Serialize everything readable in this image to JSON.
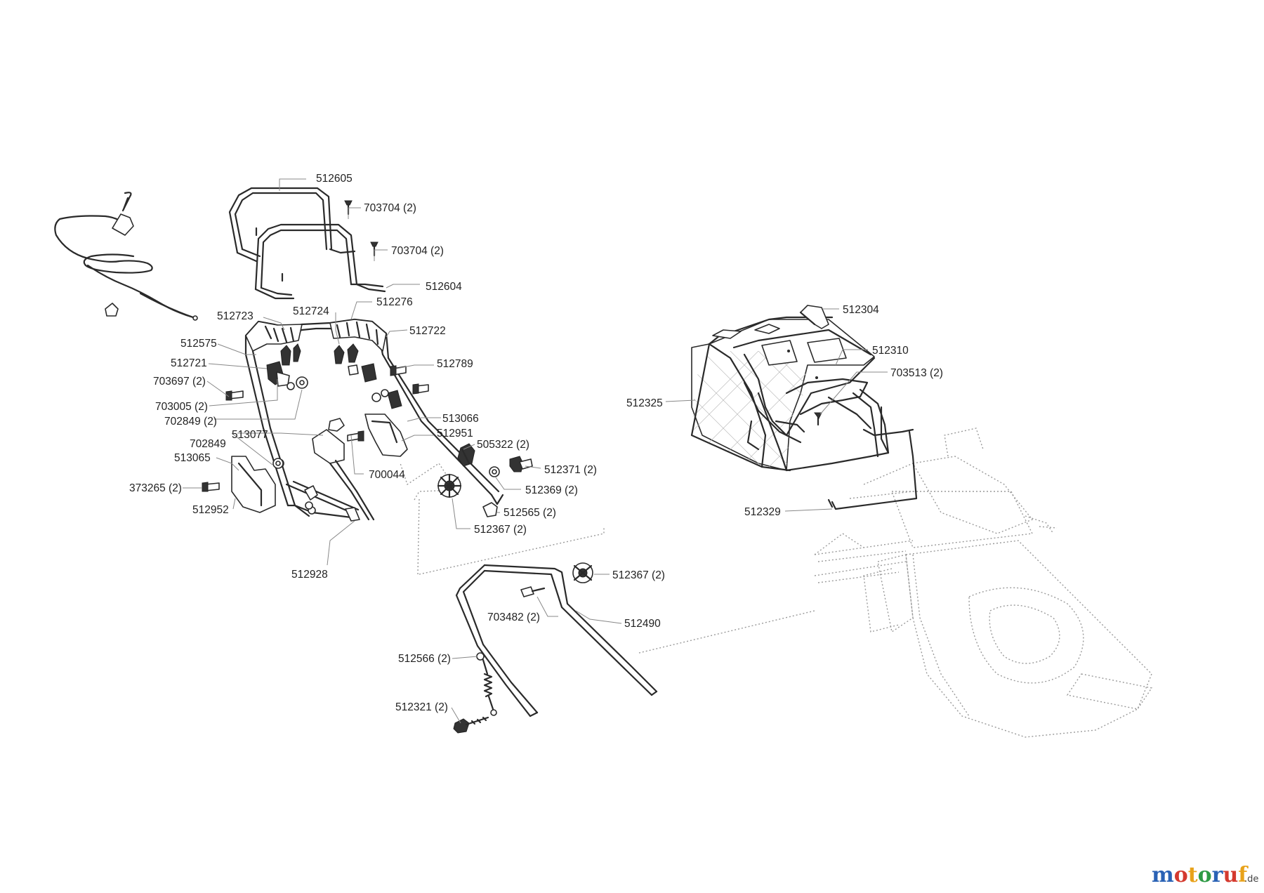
{
  "diagram": {
    "labels": [
      {
        "id": "512605",
        "text": "512605"
      },
      {
        "id": "703704a",
        "text": "703704 (2)"
      },
      {
        "id": "703704b",
        "text": "703704 (2)"
      },
      {
        "id": "512604",
        "text": "512604"
      },
      {
        "id": "512723",
        "text": "512723"
      },
      {
        "id": "512724",
        "text": "512724"
      },
      {
        "id": "512276",
        "text": "512276"
      },
      {
        "id": "512722",
        "text": "512722"
      },
      {
        "id": "512575",
        "text": "512575"
      },
      {
        "id": "512721",
        "text": "512721"
      },
      {
        "id": "512789",
        "text": "512789"
      },
      {
        "id": "703697",
        "text": "703697 (2)"
      },
      {
        "id": "703005",
        "text": "703005 (2)"
      },
      {
        "id": "702849a",
        "text": "702849 (2)"
      },
      {
        "id": "513066",
        "text": "513066"
      },
      {
        "id": "512951",
        "text": "512951"
      },
      {
        "id": "702849b",
        "text": "702849"
      },
      {
        "id": "513077",
        "text": "513077"
      },
      {
        "id": "505322",
        "text": "505322 (2)"
      },
      {
        "id": "513065",
        "text": "513065"
      },
      {
        "id": "700044",
        "text": "700044"
      },
      {
        "id": "512371",
        "text": "512371 (2)"
      },
      {
        "id": "373265",
        "text": "373265 (2)"
      },
      {
        "id": "512369",
        "text": "512369 (2)"
      },
      {
        "id": "512952",
        "text": "512952"
      },
      {
        "id": "512565",
        "text": "512565 (2)"
      },
      {
        "id": "512367a",
        "text": "512367 (2)"
      },
      {
        "id": "512928",
        "text": "512928"
      },
      {
        "id": "512367b",
        "text": "512367 (2)"
      },
      {
        "id": "703482",
        "text": "703482 (2)"
      },
      {
        "id": "512490",
        "text": "512490"
      },
      {
        "id": "512566",
        "text": "512566 (2)"
      },
      {
        "id": "512321",
        "text": "512321 (2)"
      },
      {
        "id": "512304",
        "text": "512304"
      },
      {
        "id": "512310",
        "text": "512310"
      },
      {
        "id": "703513",
        "text": "703513 (2)"
      },
      {
        "id": "512325",
        "text": "512325"
      },
      {
        "id": "512329",
        "text": "512329"
      }
    ]
  },
  "watermark": {
    "brand": "motoruf",
    "suffix": ".de",
    "colors": [
      "#2a62b5",
      "#d43a2f",
      "#e8a21a",
      "#2e9a45",
      "#2a62b5",
      "#d43a2f",
      "#e8a21a"
    ]
  }
}
